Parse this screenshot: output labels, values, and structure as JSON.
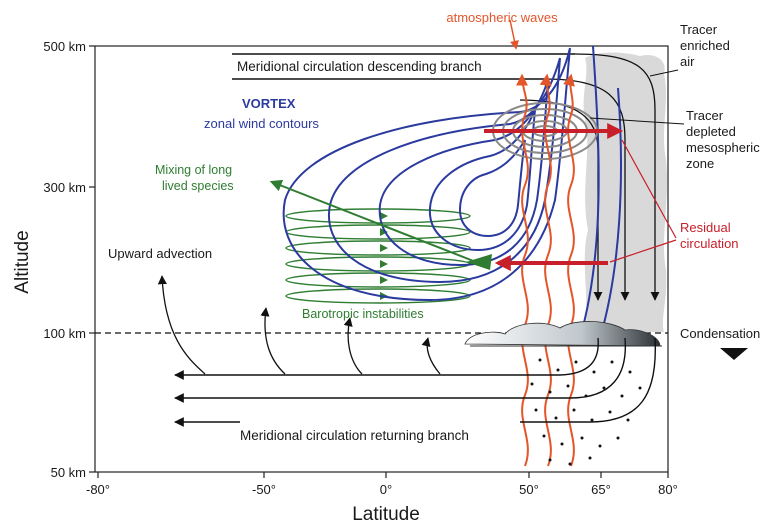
{
  "axes": {
    "y_title": "Altitude",
    "x_title": "Latitude",
    "y_ticks": [
      "500 km",
      "300 km",
      "100 km",
      "50 km"
    ],
    "x_ticks": [
      "-80°",
      "-50°",
      "0°",
      "50°",
      "65°",
      "80°"
    ]
  },
  "labels": {
    "atmospheric_waves": "atmospheric waves",
    "tracer_enriched": [
      "Tracer",
      "enriched",
      "air"
    ],
    "descending_branch": "Meridional circulation descending branch",
    "tracer_depleted": [
      "Tracer",
      "depleted",
      "mesospheric",
      "zone"
    ],
    "vortex_title": "VORTEX",
    "vortex_sub": "zonal wind contours",
    "mixing": [
      "Mixing of long",
      "lived species"
    ],
    "residual": [
      "Residual",
      "circulation"
    ],
    "upward_advection": "Upward advection",
    "barotropic": "Barotropic instabilities",
    "condensation": "Condensation",
    "returning_branch": "Meridional circulation returning branch"
  },
  "colors": {
    "vortex": "#2b3a9e",
    "waves": "#e2562a",
    "residual": "#c8202a",
    "mixing": "#2e7d32",
    "text": "#1a1a1a"
  }
}
